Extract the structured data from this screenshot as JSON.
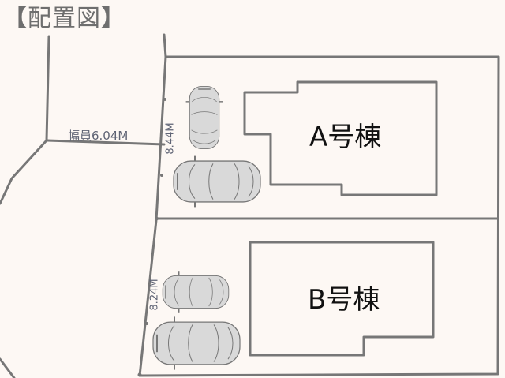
{
  "title": {
    "bracket_open": "【",
    "text": "配置図",
    "bracket_close": "】"
  },
  "road": {
    "width_label": "幅員6.04M"
  },
  "lots": [
    {
      "id": "A",
      "frontage_label": "8.44M",
      "building_label": "A号棟",
      "parking_spaces": 2
    },
    {
      "id": "B",
      "frontage_label": "8.24M",
      "building_label": "B号棟",
      "parking_spaces": 2
    }
  ],
  "colors": {
    "background": "#fdf8f4",
    "line": "#757575",
    "car_fill": "#d9d9d9",
    "dimension_text": "#5f6475",
    "building_text": "#111111"
  }
}
